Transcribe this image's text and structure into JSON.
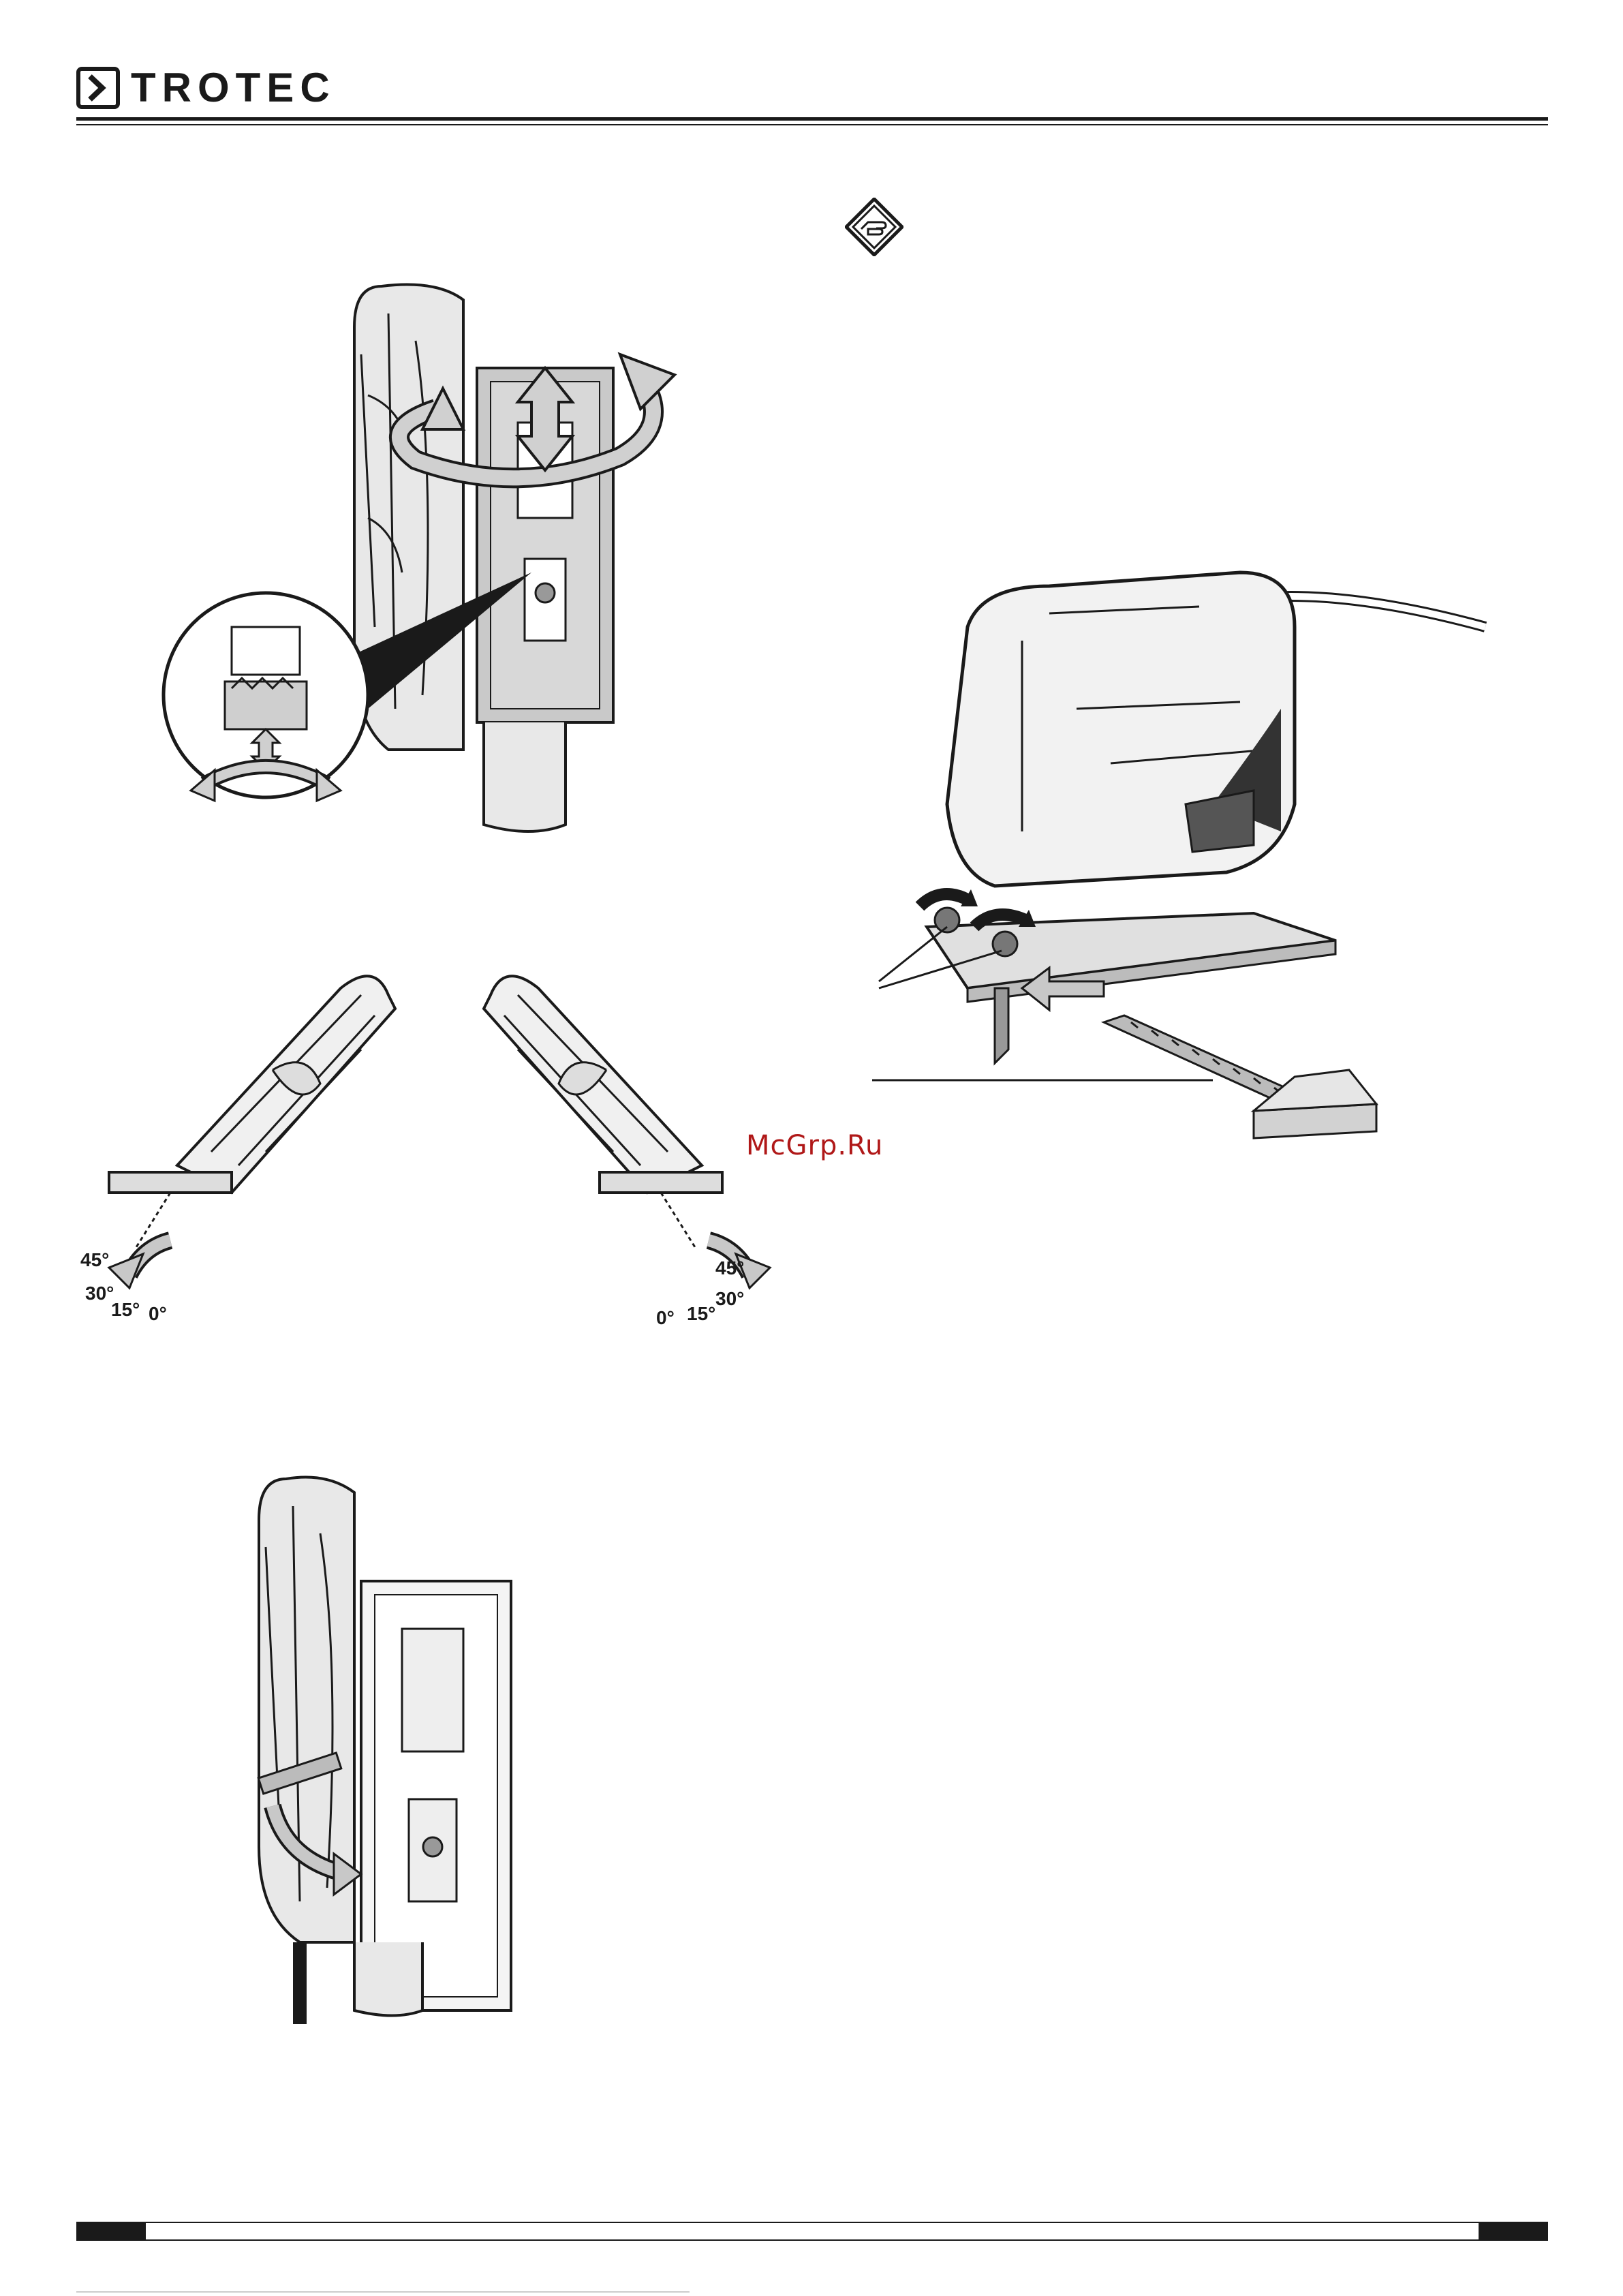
{
  "header": {
    "brand": "TROTEC",
    "rule_color": "#1a1a1a"
  },
  "watermark": {
    "text": "McGrp.Ru",
    "color": "#b01818"
  },
  "figures": {
    "bevel_left": {
      "angle_labels": [
        "45°",
        "30°",
        "15°",
        "0°"
      ]
    },
    "bevel_right": {
      "angle_labels": [
        "45°",
        "30°",
        "15°",
        "0°"
      ]
    }
  },
  "icons": {
    "note": "hand-pointing-note-icon"
  }
}
